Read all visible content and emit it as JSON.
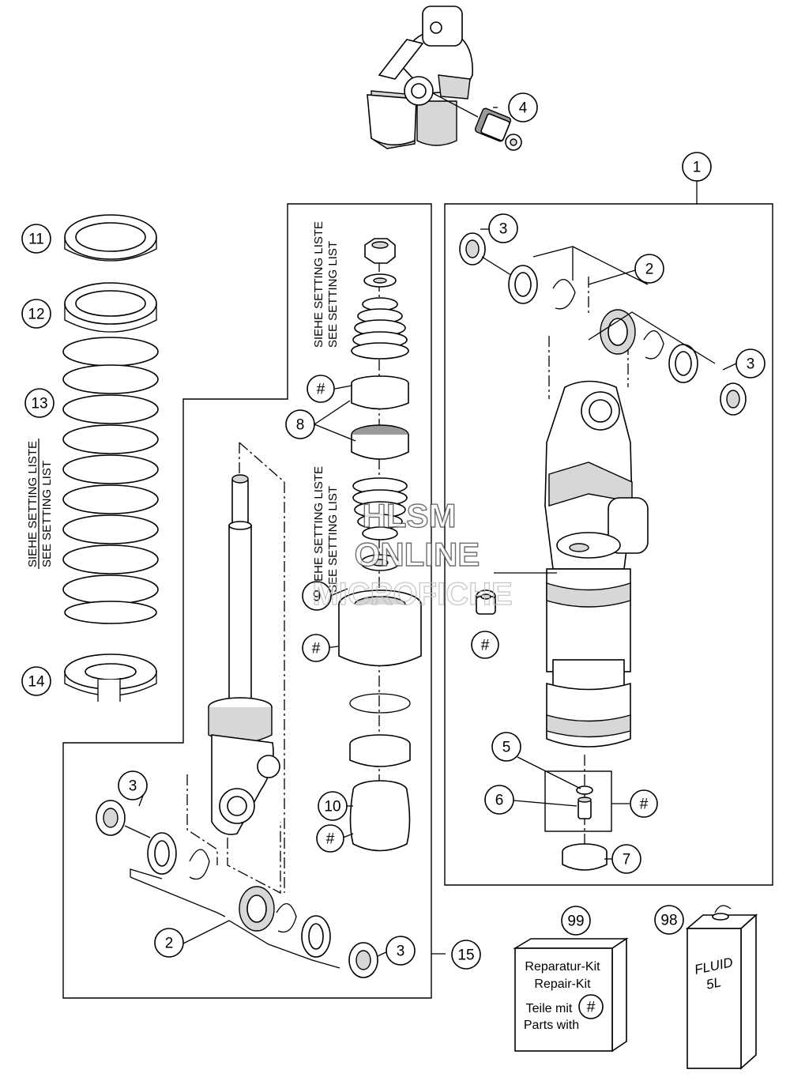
{
  "callouts": [
    {
      "id": "c1",
      "label": "1"
    },
    {
      "id": "c2a",
      "label": "2"
    },
    {
      "id": "c2b",
      "label": "2"
    },
    {
      "id": "c3a",
      "label": "3"
    },
    {
      "id": "c3b",
      "label": "3"
    },
    {
      "id": "c3c",
      "label": "3"
    },
    {
      "id": "c3d",
      "label": "3"
    },
    {
      "id": "c4",
      "label": "4"
    },
    {
      "id": "c5",
      "label": "5"
    },
    {
      "id": "c6",
      "label": "6"
    },
    {
      "id": "c7",
      "label": "7"
    },
    {
      "id": "c8",
      "label": "8"
    },
    {
      "id": "c9",
      "label": "9"
    },
    {
      "id": "c10",
      "label": "10"
    },
    {
      "id": "c11",
      "label": "11"
    },
    {
      "id": "c12",
      "label": "12"
    },
    {
      "id": "c13",
      "label": "13"
    },
    {
      "id": "c14",
      "label": "14"
    },
    {
      "id": "c15",
      "label": "15"
    },
    {
      "id": "c98",
      "label": "98"
    },
    {
      "id": "c99",
      "label": "99"
    },
    {
      "id": "hash1",
      "label": "#"
    },
    {
      "id": "hash2",
      "label": "#"
    },
    {
      "id": "hash3",
      "label": "#"
    },
    {
      "id": "hash4",
      "label": "#"
    },
    {
      "id": "hash5",
      "label": "#"
    },
    {
      "id": "hash6",
      "label": "#"
    },
    {
      "id": "hash7",
      "label": "#"
    }
  ],
  "setting_notes": {
    "de": "SIEHE SETTING LISTE",
    "en": "SEE SETTING LIST"
  },
  "repair_kit": {
    "line1": "Reparatur-Kit",
    "line2": "Repair-Kit",
    "line3": "Teile mit",
    "line4": "Parts with",
    "hash": "#"
  },
  "fluid_can": {
    "line1": "FLUID",
    "line2": "5L"
  },
  "watermark": {
    "line1": "HLSM",
    "line2": "ONLINE",
    "line3": "MICROFICHE"
  }
}
